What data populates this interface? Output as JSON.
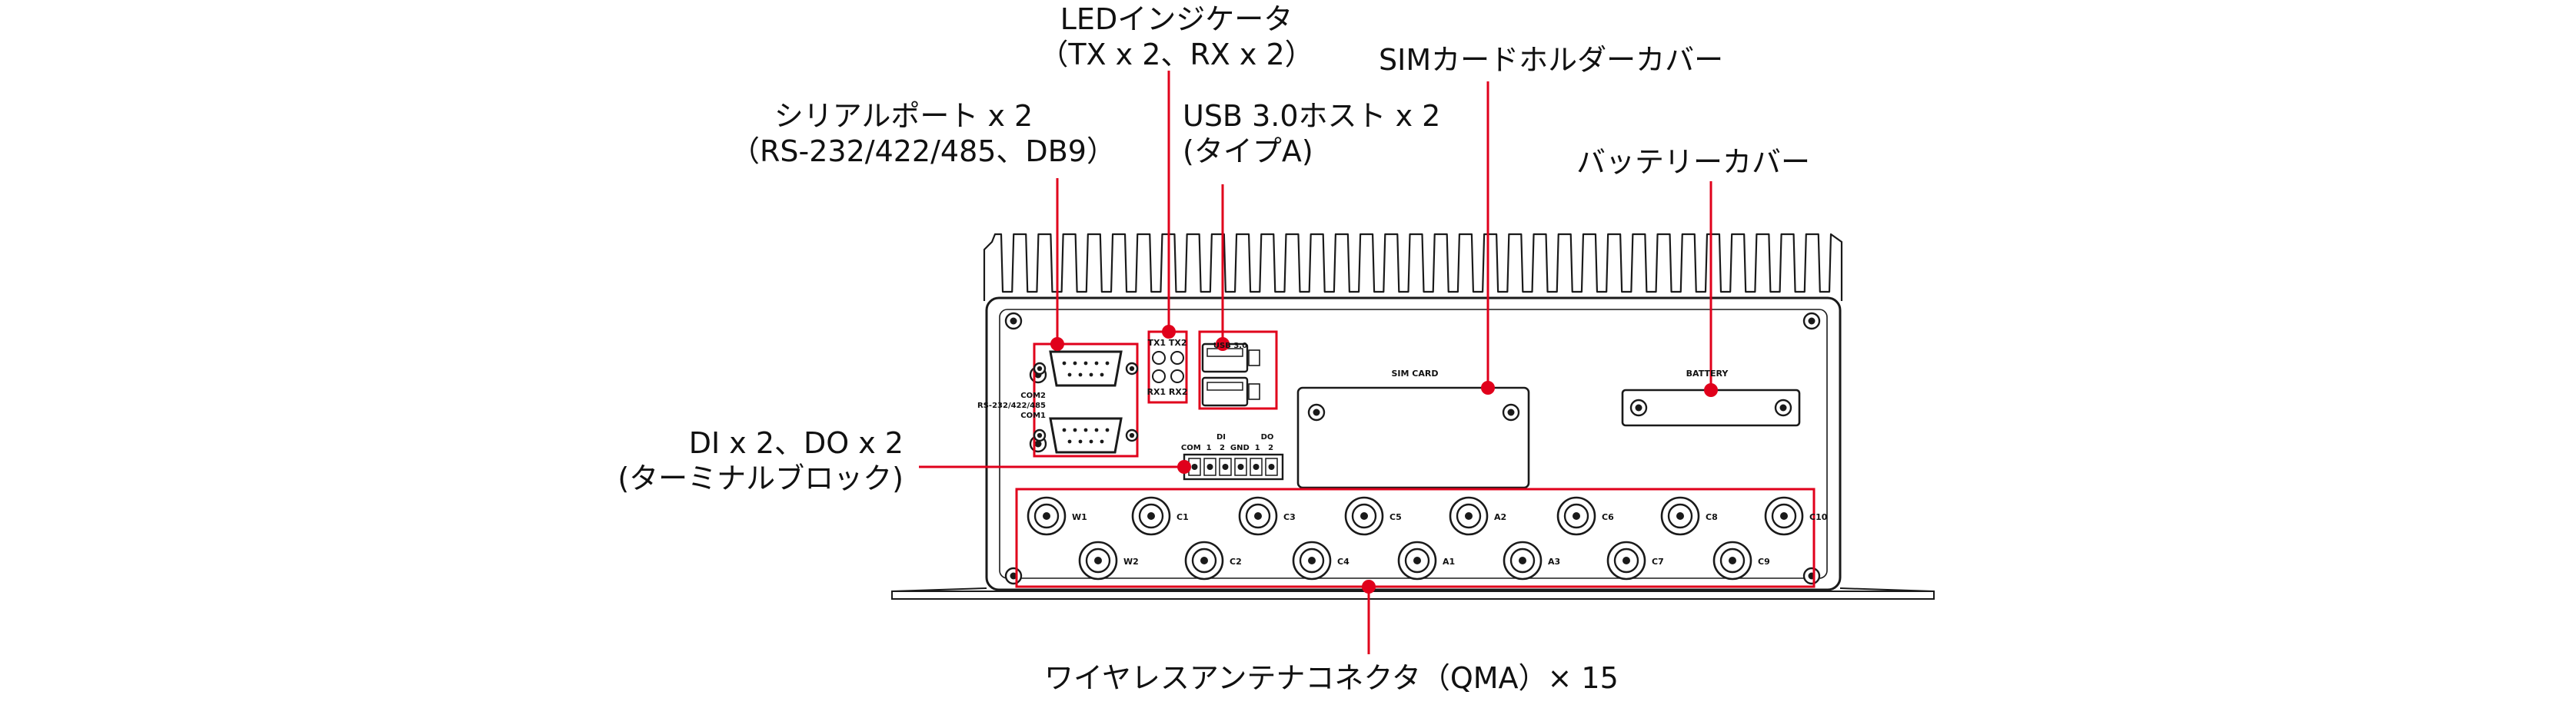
{
  "callouts": {
    "led": {
      "line1": "LEDインジケータ",
      "line2": "（TX x 2、RX x 2）"
    },
    "sim_cover": "SIMカードホルダーカバー",
    "serial": {
      "line1": "シリアルポート x 2",
      "line2": "（RS-232/422/485、DB9）"
    },
    "usb": {
      "line1": "USB 3.0ホスト x 2",
      "line2": "(タイプA)"
    },
    "battery_cover": "バッテリーカバー",
    "dido": {
      "line1": "DI x 2、DO x 2",
      "line2": "(ターミナルブロック)"
    },
    "antenna": "ワイヤレスアンテナコネクタ（QMA）× 15"
  },
  "panel": {
    "led_labels": {
      "tx": "TX1 TX2",
      "rx": "RX1 RX2"
    },
    "com2": "COM2",
    "rs_standard": "RS-232/422/485",
    "com1": "COM1",
    "usb": "USB 3.0",
    "sim_card": "SIM CARD",
    "battery": "BATTERY",
    "terminal": {
      "di": "DI",
      "do": "DO",
      "pins": "COM  1   2  GND  1   2"
    },
    "antennas_top": [
      "W1",
      "C1",
      "C3",
      "C5",
      "A2",
      "C6",
      "C8",
      "C10"
    ],
    "antennas_bottom": [
      "W2",
      "C2",
      "C4",
      "A1",
      "A3",
      "C7",
      "C9"
    ]
  },
  "colors": {
    "accent": "#e0001b",
    "outline": "#1a1a1a",
    "body": "#ffffff"
  }
}
